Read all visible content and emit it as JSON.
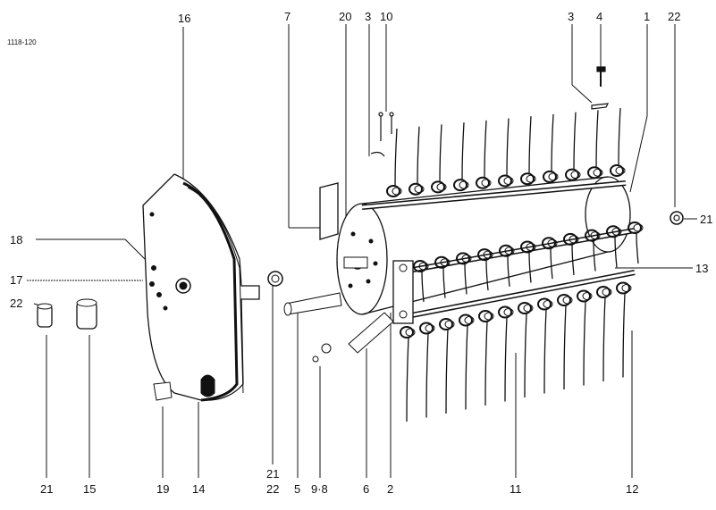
{
  "drawing_ref": "1118-120",
  "labels": {
    "l16": "16",
    "l7": "7",
    "l20": "20",
    "l3a": "3",
    "l10": "10",
    "l3b": "3",
    "l4": "4",
    "l1": "1",
    "l22a": "22",
    "l21a": "21",
    "l18": "18",
    "l17": "17",
    "l22b": "22",
    "l13": "13",
    "b21": "21",
    "b15": "15",
    "b19": "19",
    "b14": "14",
    "b21_22_top": "21",
    "b21_22_bot": "22",
    "b5": "5",
    "b98": "9·8",
    "b6": "6",
    "b2": "2",
    "b11": "11",
    "b12": "12"
  }
}
